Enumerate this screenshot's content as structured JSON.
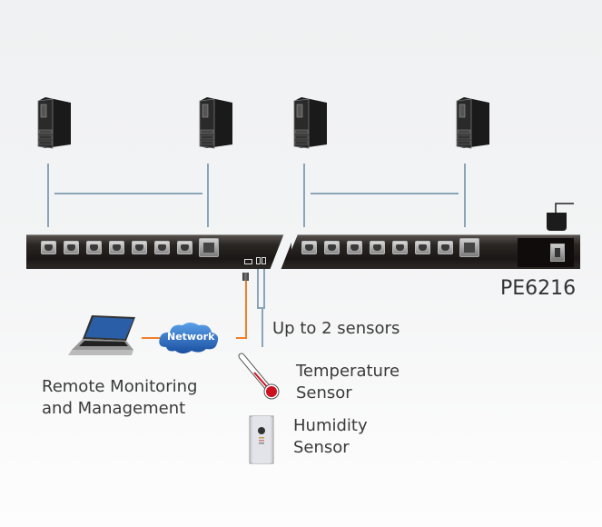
{
  "diagram": {
    "model_label": "PE6216",
    "sensors_note": "Up to 2 sensors",
    "remote_label_line1": "Remote Monitoring",
    "remote_label_line2": "and Management",
    "network_label": "Network",
    "temperature_label_line1": "Temperature",
    "temperature_label_line2": "Sensor",
    "humidity_label_line1": "Humidity",
    "humidity_label_line2": "Sensor",
    "servers": [
      {
        "name": "server-1"
      },
      {
        "name": "server-2"
      },
      {
        "name": "server-3"
      },
      {
        "name": "server-4"
      }
    ],
    "pdu_sections": [
      {
        "name": "left",
        "small_outlets": 7,
        "large_outlets": 1
      },
      {
        "name": "right",
        "small_outlets": 7,
        "large_outlets": 1
      }
    ],
    "colors": {
      "wire_power": "#8aa4b8",
      "wire_network": "#f0802a",
      "network_cloud": "#2f6fc0",
      "thermometer_bulb": "#cc1020",
      "text": "#3a3a3a"
    }
  }
}
